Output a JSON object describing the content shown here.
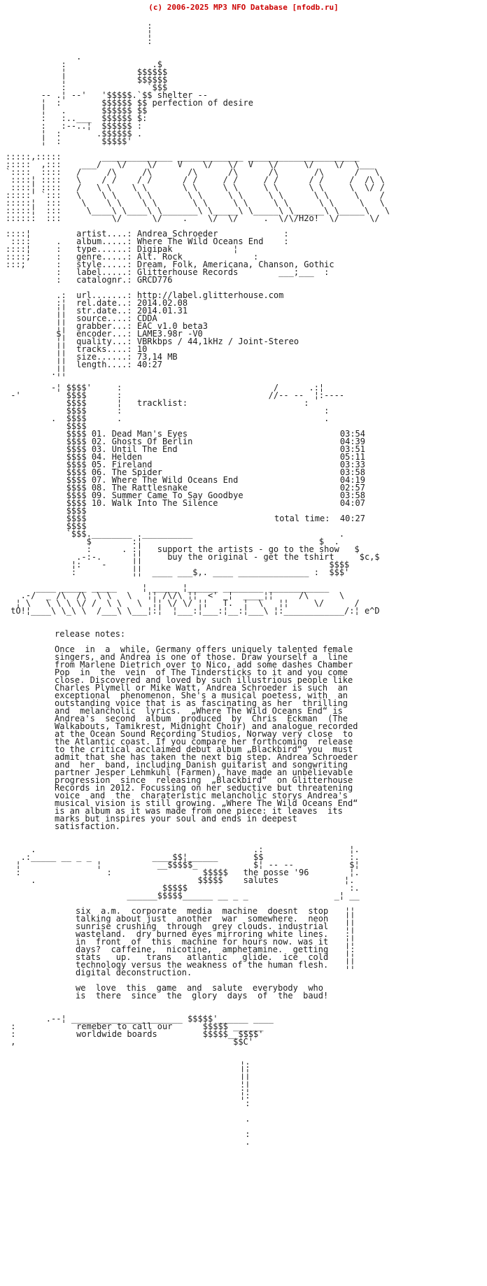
{
  "page": {
    "background": "#ffffff",
    "text_color": "#1a1a1a",
    "accent_red": "#cc0000"
  },
  "site_header": {
    "copyright_link": "(c) 2006-2025 MP3 NFO Database [nfodb.ru]"
  },
  "logo": {
    "art_top": [
      "                            :",
      "                            ¦",
      "                            :",
      "",
      "              .",
      "           :                 .$",
      "           ¦              $$$$$$",
      "           ¦              $$$$$$",
      "           :                `$$$"
    ],
    "group_row": {
      "prefix": "       -- .¦ --'   '$$$$$.`$$ ",
      "text": "shelter --"
    },
    "tagline_row": {
      "prefix": "       ¦  :        $$$$$$ $$ ",
      "text": "perfection of desire"
    },
    "art_bottom": [
      "       ¦   .       $$$$$$ $$",
      "       :   :..___  $$$$$$ $:",
      "       :   :--..¦  $$$$$$ :",
      "       ¦  :       .$$$$$$ .",
      "       ¦  :        $$$$$'"
    ]
  },
  "banner": {
    "art": [
      ":::::,:::::        ______________ _____________ ______________________",
      ":::::  ,:::    ___/   \\/    \\/    V    \\/   \\/  V   \\/     \\/    \\/  \\___",
      "`::::  ::::   /     /\\     /\\       /\\      /\\      /\\       /\\      /   \\",
      " ::::¦ ::::   \\    / /    / /      / /     / /     / /      / /     /  /\\ \\",
      " ::::¦ ::::   /   \\ \\    \\ \\       \\ \\     \\ \\     \\ \\      \\ \\     \\  \\/ /",
      ":::::' `:::   \\    \\ \\    \\ \\       \\ \\     \\ \\     \\ \\      \\ \\     \\    /",
      ":::::¦  :::    \\    \\ \\    \\ \\       \\ \\     \\ \\     \\ \\      \\ \\     \\   \\",
      ":::::¦  :::     \\____\\ \\____\\ \\_______\\ \\_____\\ \\_____\\ \\______\\ \\_____\\   \\",
      "::::::  :::          \\/      \\/    .    \\/  \\/     .  \\/\\/H2o!  \\/      \\/"
    ]
  },
  "release_info": {
    "rows": [
      {
        "prefix": "::::¦         ",
        "label": "artist....: ",
        "value": "Andrea Schroeder",
        "suffix": "             :"
      },
      {
        "prefix": " ::::     .   ",
        "label": "album.....: ",
        "value": "Where The Wild Oceans End",
        "suffix": "    :"
      },
      {
        "prefix": "::::¦     :   ",
        "label": "type......: ",
        "value": "Digipak",
        "suffix": "            ¦"
      },
      {
        "prefix": "::::;     :   ",
        "label": "genre.....: ",
        "value": "Alt. Rock",
        "suffix": "              :"
      },
      {
        "prefix": ":::;      :   ",
        "label": "style.....: ",
        "value": "Dream, Folk, Americana, Chanson, Gothic",
        "suffix": ""
      },
      {
        "prefix": "          :   ",
        "label": "label.....: ",
        "value": "Glitterhouse Records",
        "suffix": "        ___;___  :"
      },
      {
        "prefix": "          :   ",
        "label": "catalognr.: ",
        "value": "GRCD776",
        "suffix": ""
      }
    ],
    "rows2": [
      {
        "prefix": "          .:  ",
        "label": "url.......: ",
        "value": "http://label.glitterhouse.com"
      },
      {
        "prefix": "          :¦  ",
        "label": "rel.date..: ",
        "value": "2014.02.08"
      },
      {
        "prefix": "          ¦¦  ",
        "label": "str.date..: ",
        "value": "2014.01.31"
      },
      {
        "prefix": "          ¦¦  ",
        "label": "source....: ",
        "value": "CDDA"
      },
      {
        "prefix": "          ¦¦  ",
        "label": "grabber...: ",
        "value": "EAC v1.0 beta3"
      },
      {
        "prefix": "          $¦  ",
        "label": "encoder...: ",
        "value": "LAME3.98r -V0"
      },
      {
        "prefix": "          ¦¦  ",
        "label": "quality...: ",
        "value": "VBRkbps / 44,1kHz / Joint-Stereo"
      },
      {
        "prefix": "          ¦¦  ",
        "label": "tracks....: ",
        "value": "10"
      },
      {
        "prefix": "          ¦¦  ",
        "label": "size......: ",
        "value": "73,14 MB"
      },
      {
        "prefix": "          ¦¦  ",
        "label": "length....: ",
        "value": "40:27"
      }
    ],
    "tail": "         .¦¦"
  },
  "tracklist": {
    "art_top": [
      "         -¦ $$$$'     :                              /      .:¦",
      " -'         $$$$      :                             //-- --  ¦:----"
    ],
    "heading_row": {
      "prefix": "            $$$$      ¦   ",
      "title": "tracklist:",
      "suffix": "                       :"
    },
    "art_mid": [
      "            $$$$      :                                        :",
      "         .  $$$$      .                                        .",
      "            $$$$"
    ],
    "gutter": "            $$$$ ",
    "gutter_line": "            $$$$",
    "tracks": [
      {
        "num": "01.",
        "title": "Dead Man's Eyes",
        "time": "03:54"
      },
      {
        "num": "02.",
        "title": "Ghosts Of Berlin",
        "time": "04:39"
      },
      {
        "num": "03.",
        "title": "Until The End",
        "time": "03:51"
      },
      {
        "num": "04.",
        "title": "Helden",
        "time": "05:11"
      },
      {
        "num": "05.",
        "title": "Fireland",
        "time": "03:33"
      },
      {
        "num": "06.",
        "title": "The Spider",
        "time": "03:58"
      },
      {
        "num": "07.",
        "title": "Where The Wild Oceans End",
        "time": "04:19"
      },
      {
        "num": "08.",
        "title": "The Rattlesnake",
        "time": "02:57"
      },
      {
        "num": "09.",
        "title": "Summer Came To Say Goodbye",
        "time": "03:58"
      },
      {
        "num": "10.",
        "title": "Walk Into The Silence",
        "time": "04:07"
      }
    ],
    "total": {
      "label": "total time:",
      "time": "40:27"
    },
    "art_after": [
      "            $$$$",
      "            `$$$.________ .__________                             .",
      "                $        :¦                                   $  ."
    ],
    "support_row1": {
      "prefix": "                :      . :¦   ",
      "text": "support the artists - go to the show",
      "suffix": "   $"
    },
    "support_row2": {
      "prefix": "              .-:-.      ¦¦     ",
      "text": "buy the original - get the tshirt",
      "suffix": "     $c,$"
    },
    "art_close": [
      "             ¦:    -     ¦¦                                     $$$$",
      "             :           ¦¦  ____ ___$,. ____ ______________ :  $$$'"
    ]
  },
  "band_art": {
    "art": [
      "      ____ _____ _____     ¦ _____ ¦______ ________ ____________",
      "   .-/  _ /\\  /\\  \\ \\   \\   ¦¦ /\\/\\ ¦¦  <'  ¦  ____¦¦     /\\      \\",
      "  ¦ \\   \\ \\ \\ \\/ /  \\ \\   \\  ¦¦ \\/ \\/ ¦¦   T.  ¦  \\   ¦¦     \\/      /",
      " tO!¦____\\ \\_\\ \\  /___\\ \\___¦:¦  ¦___:¦___:¦__:¦___\\ ¦:____________/:¦ e^D"
    ]
  },
  "release_notes": {
    "heading": "release notes:",
    "lines": [
      "Once  in  a  while, Germany offers uniquely talented female",
      "singers, and Andrea is one of those. Draw yourself a  line",
      "from Marlene Dietrich over to Nico, add some dashes Chamber",
      "Pop  in  the  vein  of The Tindersticks to it and you come",
      "close. Discovered and loved by such illustrious people like",
      "Charles Plymell or Mike Watt, Andrea Schroeder is such  an",
      "exceptional  phenomenon. She's a musical poetess, with  an",
      "outstanding voice that is as fascinating as her  thrilling",
      "and  melancholic  lyrics.  „Where The Wild Oceans End“ is",
      "Andrea's  second  album  produced  by  Chris  Eckman  (The",
      "Walkabouts, Tamikrest, Midnight Choir) and analogue recorded",
      "at the Ocean Sound Recording Studios, Norway very close  to",
      "the Atlantic coast. If you compare her forthcoming  release",
      "to the critical acclaimed debut album „Blackbird“ you  must",
      "admit that she has taken the next big step. Andrea Schroeder",
      "and  her  band, including Danish guitarist and songwriting",
      "partner Jesper Lehmkuhl (Farmen), have made an unbelievable",
      "progression  since  releasing  „Blackbird“  on Glitterhouse",
      "Records in 2012. Focussing on her seductive but threatening",
      "voice  and  the  charateristic melancholic storys Andrea's",
      "musical vision is still growing. „Where The Wild Oceans End“",
      "is an album as it was made from one piece: it leaves  its",
      "marks but inspires your soul and ends in deepest",
      "satisfaction."
    ]
  },
  "posse": {
    "art_top": [
      "     .                                           .:                 ¦.",
      "   .:_____ __ _ _            ____$$¦______       $$                 :.",
      "  ¦               ¦           __$$$$$_           $¦ -- --           $¦"
    ],
    "posse_row": {
      "prefix": "  :                 :                  $$$$$   ",
      "text": "the posse '96",
      "suffix": "        ¦."
    },
    "salutes_row": {
      "prefix": "     .                                $$$$$    ",
      "text": "salutes",
      "suffix": "             ¦."
    },
    "art_bottom": [
      "                               $$$$$                                :.",
      "                        ______$$$$$______ __ _ _                 _¦ __"
    ],
    "text_lines": [
      "six  a.m.  corporate  media  machine  doesnt  stop",
      "talking about just  another  war  somewhere.  neon",
      "sunrise crushing  through  grey clouds. industrial",
      "wasteland.  dry burned eyes mirroring white lines.",
      "in  front  of  this  machine for hours now. was it",
      "days?  caffeine,  nicotine,  amphetamine.  getting",
      "stats   up.   trans   atlantic   glide.  ice  cold",
      "technology versus the weakness of the human flesh.",
      "digital deconstruction."
    ],
    "gutter_lines": [
      "¦¦",
      "¦¦",
      "¦¦",
      ":¦",
      "¦¦",
      "¦:",
      "¦¦",
      "¦¦"
    ],
    "salute_lines": [
      "we  love  this  game  and  salute  everybody  who",
      "is  there  since  the  glory  days  of  the  baud!"
    ]
  },
  "footer": {
    "art_top": "        .--¦ ______________________ $$$$$'______ ____",
    "row1": {
      "prefix": " :            ",
      "text": "remeber to call our",
      "suffix": "      $$$$$ ______"
    },
    "row2": {
      "prefix": " :            ",
      "text": "worldwide boards",
      "suffix": "         $$$$$__$$$$'"
    },
    "art_bottom": " ,                                           $$C'",
    "tail_lines": [
      "¦:",
      "¦¦",
      "¦¦",
      ":¦",
      "¦:",
      " :",
      "",
      " .",
      "",
      " :",
      " ."
    ]
  }
}
